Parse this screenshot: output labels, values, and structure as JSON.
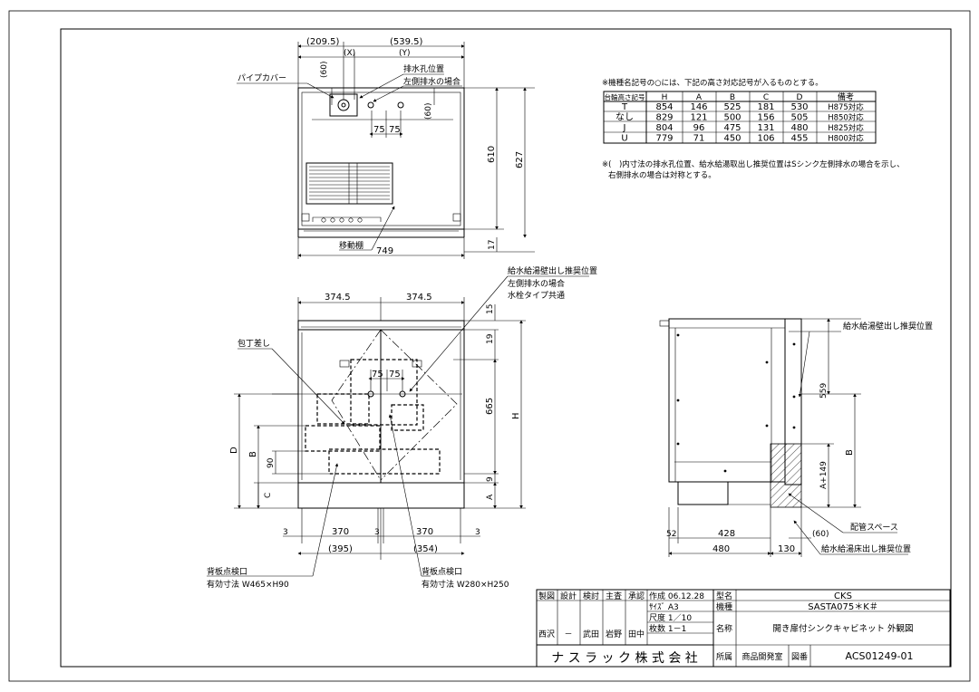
{
  "top_view": {
    "dims_top": [
      "(209.5)",
      "(539.5)"
    ],
    "dim_x": "(X)",
    "dim_y": "(Y)",
    "dim_60_a": "(60)",
    "dim_60_b": "(60)",
    "dim_75a": "75",
    "dim_75b": "75",
    "dim_610": "610",
    "dim_627": "627",
    "dim_17": "17",
    "dim_749": "749",
    "label_pipe_cover": "パイプカバー",
    "label_drain_hole": "排水孔位置",
    "label_left_drain": "左側排水の場合",
    "label_moving_shelf": "移動棚"
  },
  "notes": {
    "note1": "※機種名記号の○には、下記の高さ対応記号が入るものとする。",
    "note2a": "※(　)内寸法の排水孔位置、給水給湯取出し推奨位置はSシンク左側排水の場合を示し、",
    "note2b": "右側排水の場合は対称とする。"
  },
  "height_table": {
    "headers": [
      "台輪高さ記号",
      "H",
      "A",
      "B",
      "C",
      "D",
      "備考"
    ],
    "rows": [
      [
        "T",
        "854",
        "146",
        "525",
        "181",
        "530",
        "H875対応"
      ],
      [
        "なし",
        "829",
        "121",
        "500",
        "156",
        "505",
        "H850対応"
      ],
      [
        "J",
        "804",
        "96",
        "475",
        "131",
        "480",
        "H825対応"
      ],
      [
        "U",
        "779",
        "71",
        "450",
        "106",
        "455",
        "H800対応"
      ]
    ]
  },
  "front_view": {
    "dim_374_5_a": "374.5",
    "dim_374_5_b": "374.5",
    "dim_15": "15",
    "dim_19": "19",
    "dim_665": "665",
    "dim_H": "H",
    "dim_9": "9",
    "dim_A": "A",
    "dim_75a": "75",
    "dim_75b": "75",
    "dim_D": "D",
    "dim_B": "B",
    "dim_C": "C",
    "dim_90": "90",
    "dim_3a": "3",
    "dim_370a": "370",
    "dim_3b": "3",
    "dim_370b": "370",
    "dim_3c": "3",
    "dim_395": "(395)",
    "dim_354": "(354)",
    "label_knife_holder": "包丁差し",
    "label_supply_wall_1": "給水給湯壁出し推奨位置",
    "label_supply_wall_2": "左側排水の場合",
    "label_supply_wall_3": "水栓タイプ共通",
    "label_back_panel_left_1": "背板点検口",
    "label_back_panel_left_2": "有効寸法 W465×H90",
    "label_back_panel_right_1": "背板点検口",
    "label_back_panel_right_2": "有効寸法 W280×H250"
  },
  "side_view": {
    "label_supply_wall": "給水給湯壁出し推奨位置",
    "dim_559": "559",
    "dim_B": "B",
    "dim_A149": "A+149",
    "dim_52": "52",
    "dim_428": "428",
    "dim_60": "(60)",
    "dim_480": "480",
    "dim_130": "130",
    "label_pipe_space": "配管スペース",
    "label_supply_floor": "給水給湯床出し推奨位置"
  },
  "title_block": {
    "roles": [
      "製図",
      "設計",
      "検討",
      "主査",
      "承認"
    ],
    "names": [
      "西沢",
      "－",
      "武田",
      "岩野",
      "田中"
    ],
    "created": "作成 06.12.28",
    "size": "ｻｲｽﾞ  A3",
    "scale": "尺度 1／10",
    "sheets": "枚数  1－1",
    "model_label": "型名",
    "model_value": "CKS",
    "type_label": "機種",
    "type_value": "SASTA075＊K＃",
    "name_label": "名称",
    "name_value": "開き扉付シンクキャビネット  外観図",
    "company": "ナ ス ラ ッ ク 株 式 会 社",
    "dept_label": "所属",
    "dept_value": "商品開発室",
    "drawing_no_label": "図番",
    "drawing_no_value": "ACS01249-01"
  }
}
